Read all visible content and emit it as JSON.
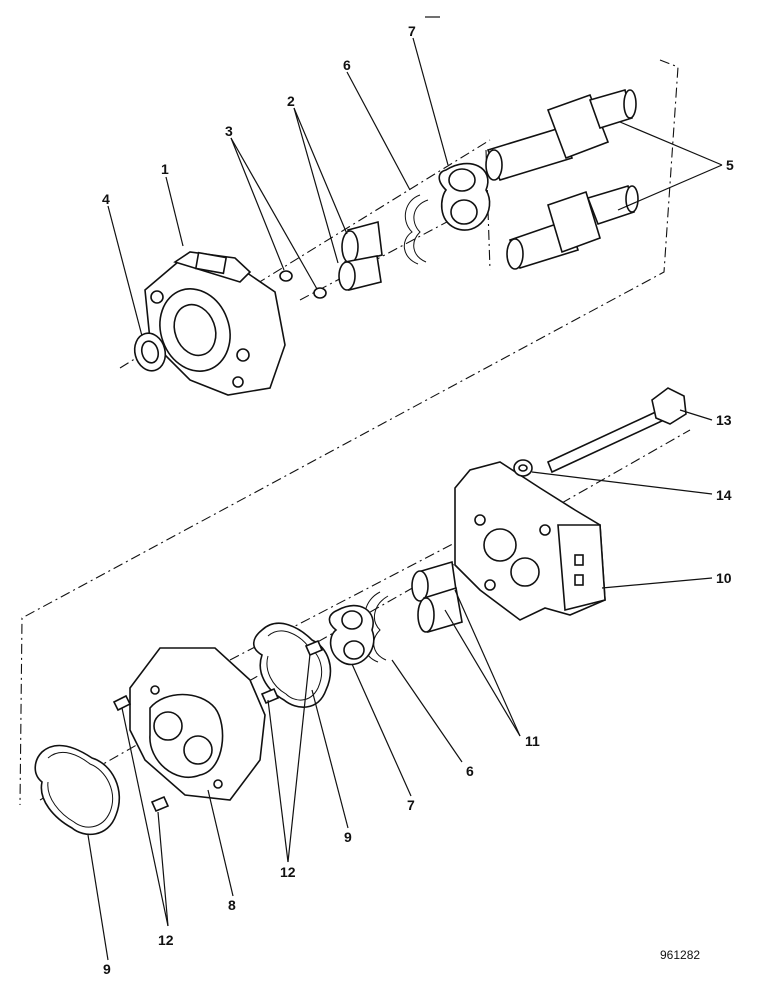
{
  "diagram": {
    "reference_number": "961282",
    "callouts": {
      "c1": "1",
      "c2": "2",
      "c3": "3",
      "c4": "4",
      "c5": "5",
      "c6_top": "6",
      "c7_top": "7",
      "c6_bottom": "6",
      "c7_bottom": "7",
      "c8": "8",
      "c9_mid": "9",
      "c9_bottom": "9",
      "c10": "10",
      "c11": "11",
      "c12_mid": "12",
      "c12_bottom": "12",
      "c13": "13",
      "c14": "14"
    }
  }
}
